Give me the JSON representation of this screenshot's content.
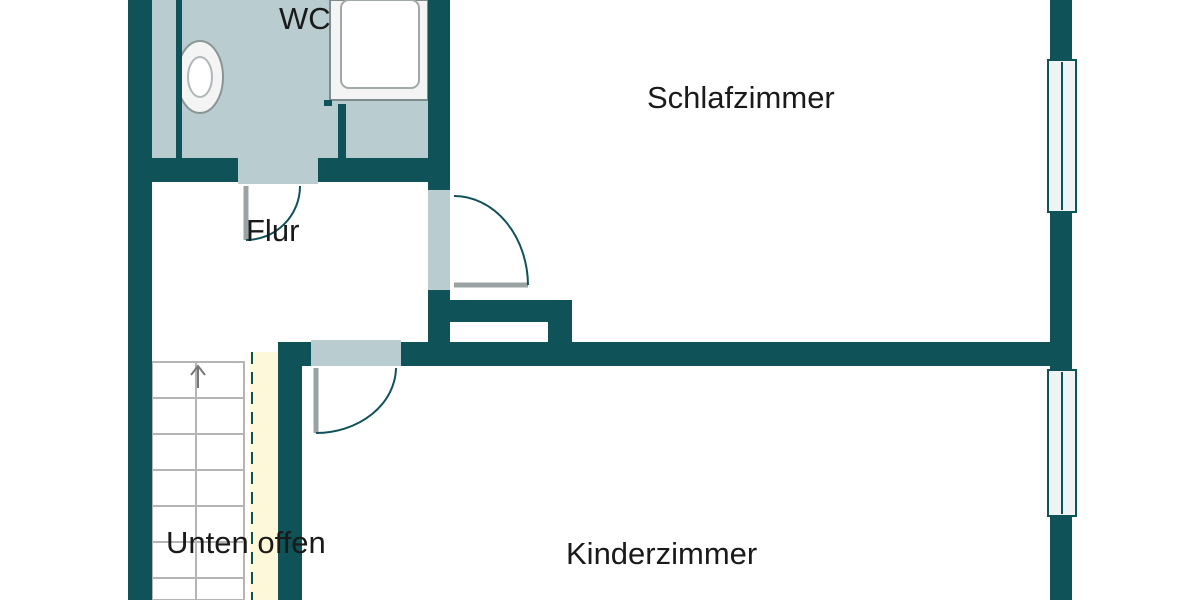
{
  "colors": {
    "wall": "#0f5257",
    "wet_room": "#b9cdd0",
    "door": "#b9cdd0",
    "window_glass": "#eef3f3",
    "stair_landing": "#fdf8d8",
    "fixture": "#f4f4f4",
    "text": "#1a1a1a"
  },
  "rooms": {
    "wc": "WC",
    "schlafzimmer": "Schlafzimmer",
    "flur": "Flur",
    "unten_offen": "Unten offen",
    "kinderzimmer": "Kinderzimmer"
  },
  "icons": {
    "stair_direction": "arrow-up-icon",
    "bathtub": "bathtub-icon",
    "toilet": "toilet-icon"
  }
}
